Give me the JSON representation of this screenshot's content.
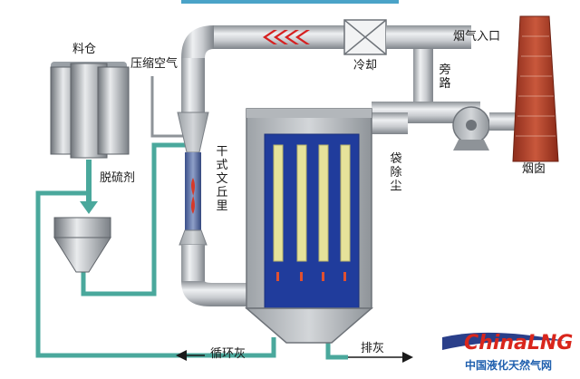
{
  "labels": {
    "silo": "料仓",
    "compressed_air": "压缩空气",
    "flue_inlet": "烟气入口",
    "cooling": "冷却",
    "bypass": "旁路",
    "desulfurizer": "脱硫剂",
    "venturi": "干式文丘里",
    "bag_filter": "袋除尘",
    "chimney": "烟囱",
    "recycle_ash": "循环灰",
    "discharge": "排灰"
  },
  "logo": {
    "brand": "ChinaLNG",
    "subtitle": "中国液化天然气网"
  },
  "colors": {
    "pipe": "#bfc3c7",
    "pipe_dark": "#8e9398",
    "teal_pipe": "#4aa89c",
    "bag_blue": "#203c9c",
    "bag_yellow": "#e6e29a",
    "flow_arrow": "#d62020",
    "chimney": "#b5412a",
    "logo_red": "#d9261c",
    "logo_blue": "#1f5fae"
  }
}
